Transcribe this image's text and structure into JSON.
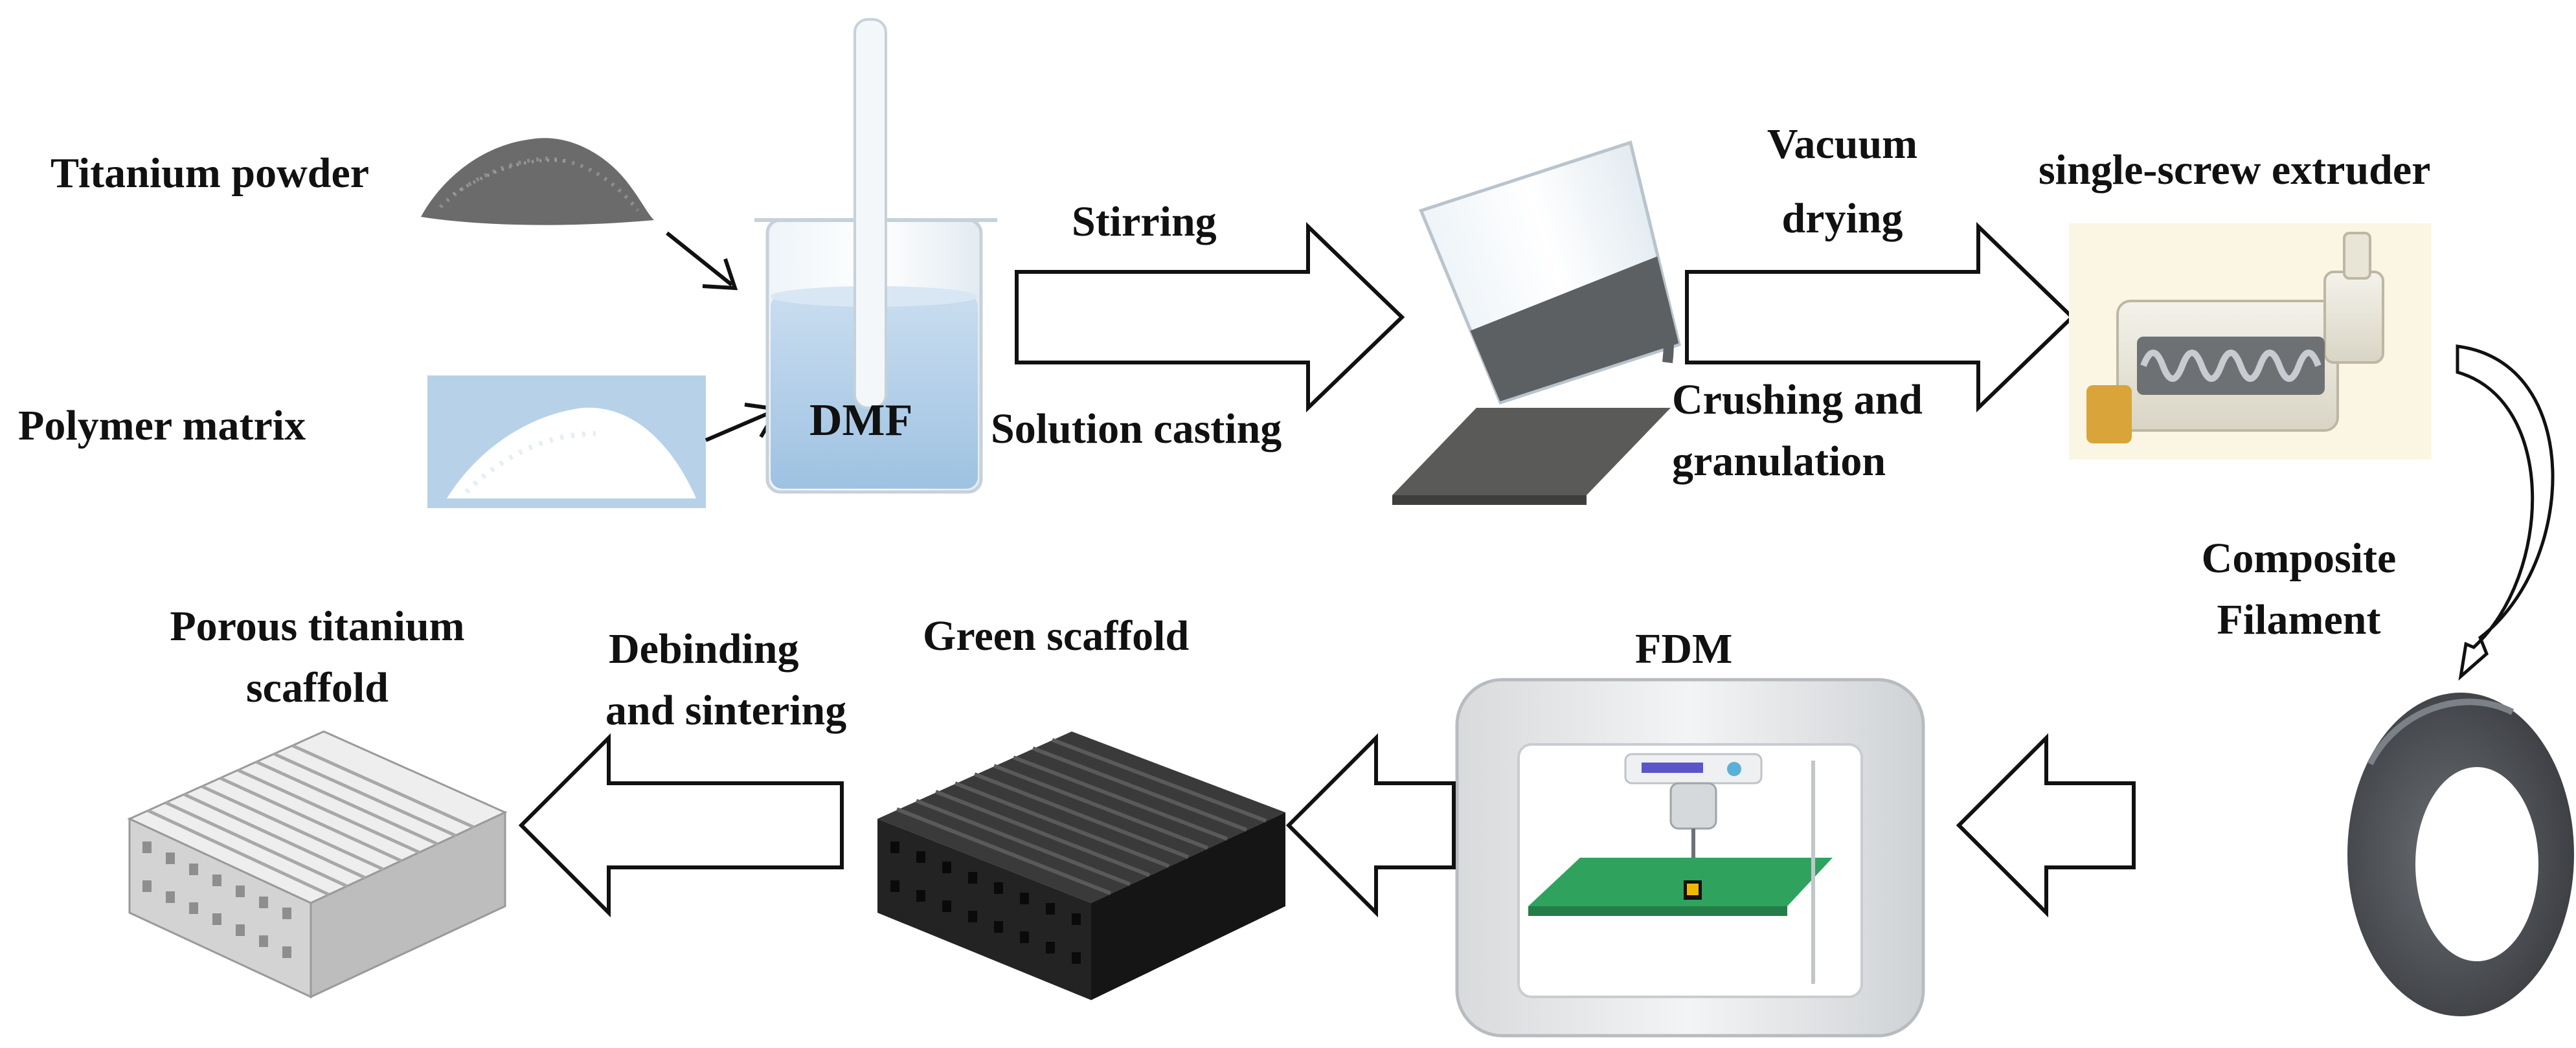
{
  "labels": {
    "titanium_powder": "Titanium powder",
    "polymer_matrix": "Polymer matrix",
    "dmf": "DMF",
    "stirring": "Stirring",
    "solution_casting": "Solution casting",
    "vacuum_drying_1": "Vacuum",
    "vacuum_drying_2": "drying",
    "crushing_1": "Crushing and",
    "crushing_2": "granulation",
    "extruder": "single-screw extruder",
    "composite_1": "Composite",
    "composite_2": "Filament",
    "fdm": "FDM",
    "green_scaffold": "Green scaffold",
    "debinding_1": "Debinding",
    "debinding_2": "and sintering",
    "porous_1": "Porous titanium",
    "porous_2": "scaffold"
  },
  "icons": {
    "titanium_powder": "powder-pile-icon",
    "polymer_matrix": "polymer-pile-icon",
    "beaker": "beaker-icon",
    "pouring_beaker": "pouring-beaker-icon",
    "cast_film": "film-plate-icon",
    "extruder": "extruder-icon",
    "filament": "filament-spool-icon",
    "printer": "3d-printer-icon",
    "green_scaffold": "green-scaffold-icon",
    "porous_scaffold": "porous-scaffold-icon"
  },
  "colors": {
    "powder": "#6b6b6b",
    "polymer_bg": "#b7d2e8",
    "solution": "#b9d3ea",
    "film": "#5a5a58",
    "extruder_body": "#ece9dc",
    "filament": "#4f5258",
    "printer_bed": "#2fa35e",
    "green_scaffold": "#2b2b2b",
    "porous_scaffold": "#e6e6e6"
  }
}
